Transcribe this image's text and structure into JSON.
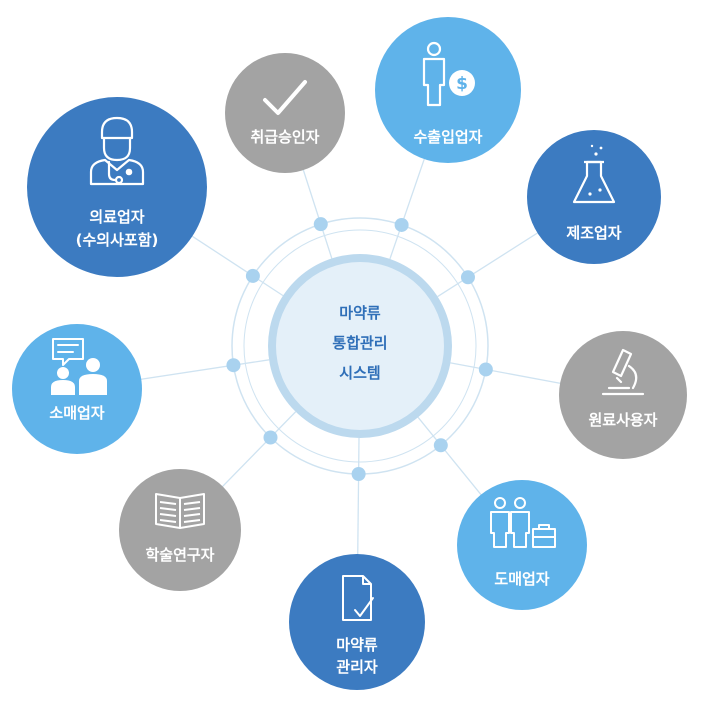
{
  "center": {
    "lines": [
      "마약류",
      "통합관리",
      "시스템"
    ]
  },
  "colors": {
    "dark_blue": "#3c7bc1",
    "light_blue": "#5fb3ea",
    "gray": "#a3a3a3",
    "ring": "#cfe3f1",
    "center_fill": "#e4f0f9",
    "center_ring": "#bcd9ee",
    "dot": "#a9d2ef"
  },
  "nodes": [
    {
      "id": "medical",
      "lines": [
        "의료업자",
        "(수의사포함)"
      ],
      "color": "dark_blue",
      "icon": "doctor-icon"
    },
    {
      "id": "handling-approver",
      "lines": [
        "취급승인자"
      ],
      "color": "gray",
      "icon": "checkmark-icon"
    },
    {
      "id": "import-export",
      "lines": [
        "수출입업자"
      ],
      "color": "light_blue",
      "icon": "person-dollar-icon"
    },
    {
      "id": "manufacturer",
      "lines": [
        "제조업자"
      ],
      "color": "dark_blue",
      "icon": "flask-icon"
    },
    {
      "id": "raw-material-user",
      "lines": [
        "원료사용자"
      ],
      "color": "gray",
      "icon": "microscope-icon"
    },
    {
      "id": "wholesaler",
      "lines": [
        "도매업자"
      ],
      "color": "light_blue",
      "icon": "people-briefcase-icon"
    },
    {
      "id": "manager",
      "lines": [
        "마약류",
        "관리자"
      ],
      "color": "dark_blue",
      "icon": "document-check-icon"
    },
    {
      "id": "researcher",
      "lines": [
        "학술연구자"
      ],
      "color": "gray",
      "icon": "book-icon"
    },
    {
      "id": "retailer",
      "lines": [
        "소매업자"
      ],
      "color": "light_blue",
      "icon": "conversation-icon"
    }
  ]
}
